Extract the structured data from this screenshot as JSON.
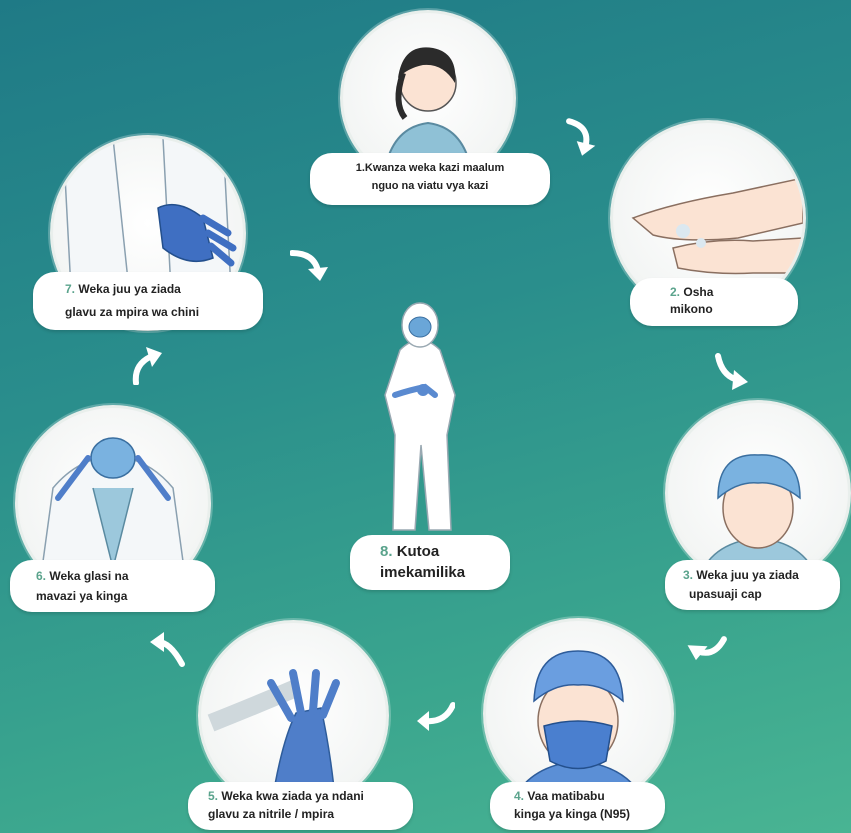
{
  "steps": [
    {
      "num": "1.",
      "line1": "Kwanza weka kazi maalum",
      "line2": "nguo na viatu vya kazi"
    },
    {
      "num": "2.",
      "line1": "Osha",
      "line2": "mikono"
    },
    {
      "num": "3.",
      "line1": "Weka juu ya ziada",
      "line2": "upasuaji cap"
    },
    {
      "num": "4.",
      "line1": "Vaa matibabu",
      "line2": "kinga ya kinga (N95)"
    },
    {
      "num": "5.",
      "line1": "Weka kwa ziada ya ndani",
      "line2": "glavu za nitrile / mpira"
    },
    {
      "num": "6.",
      "line1": "Weka glasi na",
      "line2": "mavazi ya kinga"
    },
    {
      "num": "7.",
      "line1": "Weka juu ya ziada",
      "line2": "glavu za mpira wa chini"
    },
    {
      "num": "8.",
      "line1": "Kutoa",
      "line2": "imekamilika"
    }
  ],
  "colors": {
    "background_top": "#1f7a86",
    "background_bottom": "#49b493",
    "number_accent": "#5aa38c",
    "arrow": "#ffffff"
  },
  "icons": [
    "person-gown-icon",
    "hand-wash-icon",
    "surgical-cap-icon",
    "n95-mask-icon",
    "nitrile-gloves-icon",
    "protective-gown-icon",
    "outer-gloves-icon",
    "full-ppe-figure-icon"
  ]
}
